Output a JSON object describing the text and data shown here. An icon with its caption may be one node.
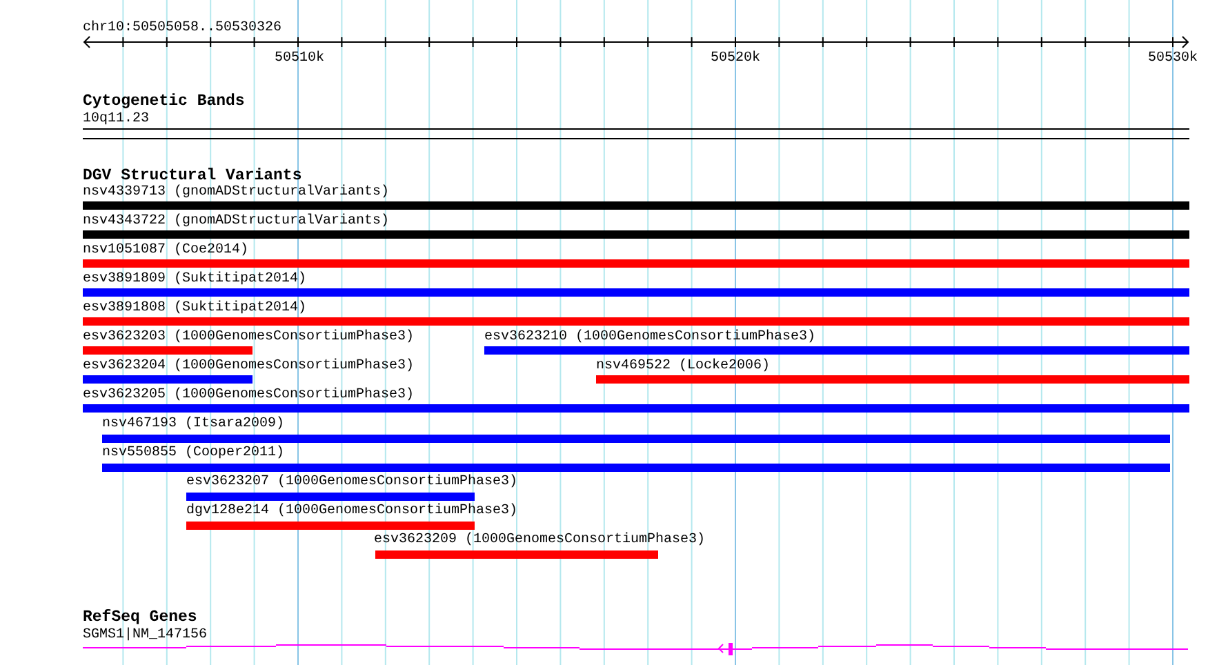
{
  "diagram": {
    "labels": [
      "chr10:50505058..50530326",
      "50510k",
      "50520k",
      "50530k",
      "Cytogenetic Bands",
      "10q11.23",
      "DGV Structural Variants",
      "nsv4339713 (gnomADStructuralVariants)",
      "nsv4343722 (gnomADStructuralVariants)",
      "nsv1051087 (Coe2014)",
      "esv3891809 (Suktitipat2014)",
      "esv3891808 (Suktitipat2014)",
      "esv3623203 (1000GenomesConsortiumPhase3)",
      "esv3623210 (1000GenomesConsortiumPhase3)",
      "esv3623204 (1000GenomesConsortiumPhase3)",
      "nsv469522 (Locke2006)",
      "esv3623205 (1000GenomesConsortiumPhase3)",
      "nsv467193 (Itsara2009)",
      "nsv550855 (Cooper2011)",
      "esv3623207 (1000GenomesConsortiumPhase3)",
      "dgv128e214 (1000GenomesConsortiumPhase3)",
      "esv3623209 (1000GenomesConsortiumPhase3)",
      "RefSeq Genes",
      "SGMS1|NM_147156"
    ]
  }
}
